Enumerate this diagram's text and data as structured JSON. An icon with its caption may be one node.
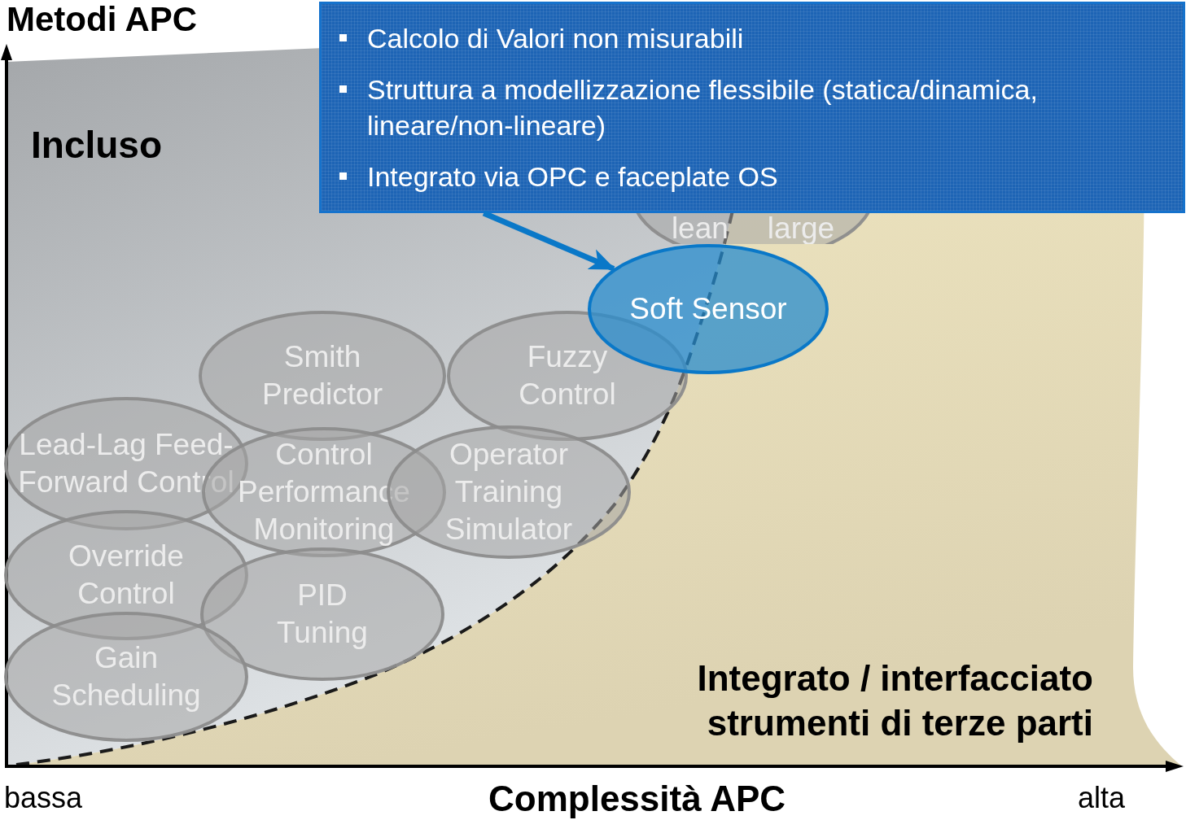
{
  "diagram": {
    "nodes": [
      {
        "text": [
          "Calcolo di Valori non misurabili",
          "Struttura a modellizzazione flessibile (statica/dinamica, lineare/non-lineare)",
          "Integrato via OPC e faceplate OS"
        ]
      },
      {
        "text": [
          "lean",
          "large"
        ]
      },
      {
        "text": [
          "Soft Sensor"
        ]
      },
      {
        "text": [
          "Smith Predictor"
        ]
      },
      {
        "text": [
          "Fuzzy Control"
        ]
      },
      {
        "text": [
          "Lead-Lag Feed-Forward Control"
        ]
      },
      {
        "text": [
          "Control Performance Monitoring"
        ]
      },
      {
        "text": [
          "Operator Training Simulator"
        ]
      },
      {
        "text": [
          "Override Control"
        ]
      },
      {
        "text": [
          "PID Tuning"
        ]
      },
      {
        "text": [
          "Gain Scheduling"
        ]
      }
    ],
    "edges": [
      {
        "from": 0,
        "to": 2,
        "arrow": "to"
      }
    ],
    "labels": [
      "Metodi APC",
      "Incluso",
      "Integrato / interfacciato strumenti di terze parti",
      "bassa",
      "Complessità APC",
      "alta"
    ]
  }
}
